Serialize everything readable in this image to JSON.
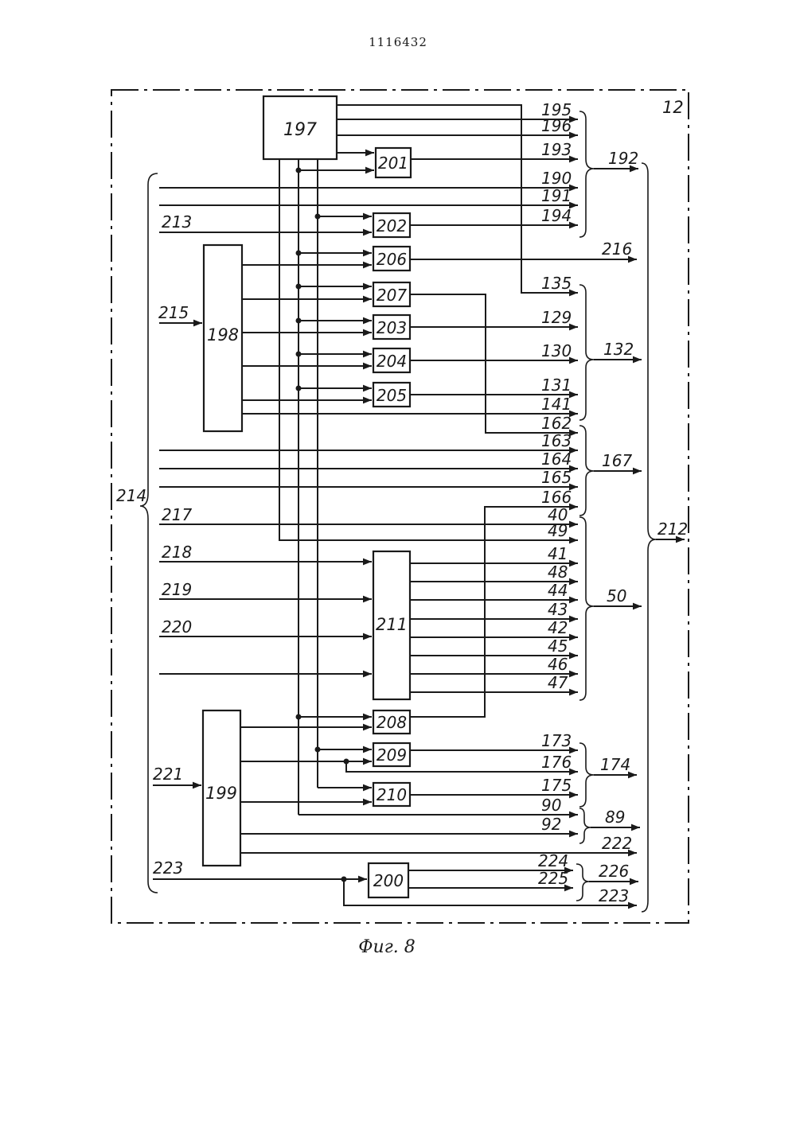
{
  "doc_number": "1116432",
  "caption": "Фиг. 8",
  "frame_label": "12",
  "blocks": {
    "b197": "197",
    "b198": "198",
    "b199": "199",
    "b200": "200",
    "b201": "201",
    "b202": "202",
    "b203": "203",
    "b204": "204",
    "b205": "205",
    "b206": "206",
    "b207": "207",
    "b208": "208",
    "b209": "209",
    "b210": "210",
    "b211": "211"
  },
  "inputs": {
    "l213": "213",
    "l214": "214",
    "l215": "215",
    "l217": "217",
    "l218": "218",
    "l219": "219",
    "l220": "220",
    "l221": "221",
    "l223": "223"
  },
  "outputs": {
    "l195": "195",
    "l196": "196",
    "l193": "193",
    "l190": "190",
    "l191": "191",
    "l194": "194",
    "l216": "216",
    "l135": "135",
    "l129": "129",
    "l130": "130",
    "l131": "131",
    "l141": "141",
    "l162": "162",
    "l163": "163",
    "l164": "164",
    "l165": "165",
    "l166": "166",
    "l40": "40",
    "l49": "49",
    "l41": "41",
    "l48": "48",
    "l44": "44",
    "l43": "43",
    "l42": "42",
    "l45": "45",
    "l46": "46",
    "l47": "47",
    "l173": "173",
    "l176": "176",
    "l175": "175",
    "l90": "90",
    "l92": "92",
    "l222": "222",
    "l224": "224",
    "l225": "225",
    "l223b": "223"
  },
  "groups": {
    "g192": "192",
    "g132": "132",
    "g167": "167",
    "g50": "50",
    "g174": "174",
    "g89": "89",
    "g226": "226",
    "g212": "212"
  }
}
